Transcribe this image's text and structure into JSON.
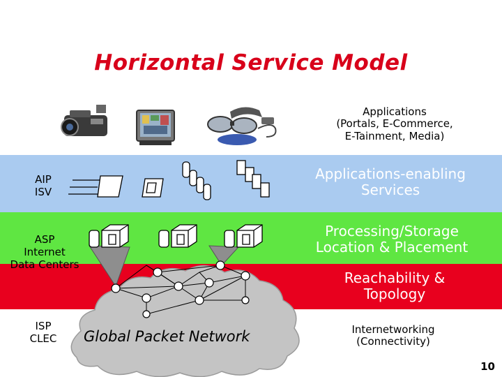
{
  "title": "Horizontal Service Model",
  "layers": {
    "applications": [
      "Applications",
      "(Portals, E-Commerce,",
      "E-Tainment, Media)"
    ],
    "services": [
      "Applications-enabling",
      "Services"
    ],
    "processing": [
      "Processing/Storage",
      "Location & Placement"
    ],
    "reachability": [
      "Reachability &",
      "Topology"
    ],
    "internetworking": [
      "Internetworking",
      "(Connectivity)"
    ]
  },
  "providers": {
    "aip": [
      "AIP",
      "ISV"
    ],
    "asp": [
      "ASP",
      "Internet",
      "Data Centers"
    ],
    "isp": [
      "ISP",
      "CLEC"
    ]
  },
  "network_label": "Global Packet Network",
  "page_number": "10",
  "colors": {
    "title": "#d8001a",
    "services_band": "#aacbf0",
    "processing_band": "#5fe642",
    "reachability_band": "#e8001e",
    "cloud": "#c4c4c4"
  },
  "icons": [
    "camcorder-icon",
    "monitor-icon",
    "headset-icon",
    "server-icon",
    "database-icon",
    "storage-icon"
  ]
}
